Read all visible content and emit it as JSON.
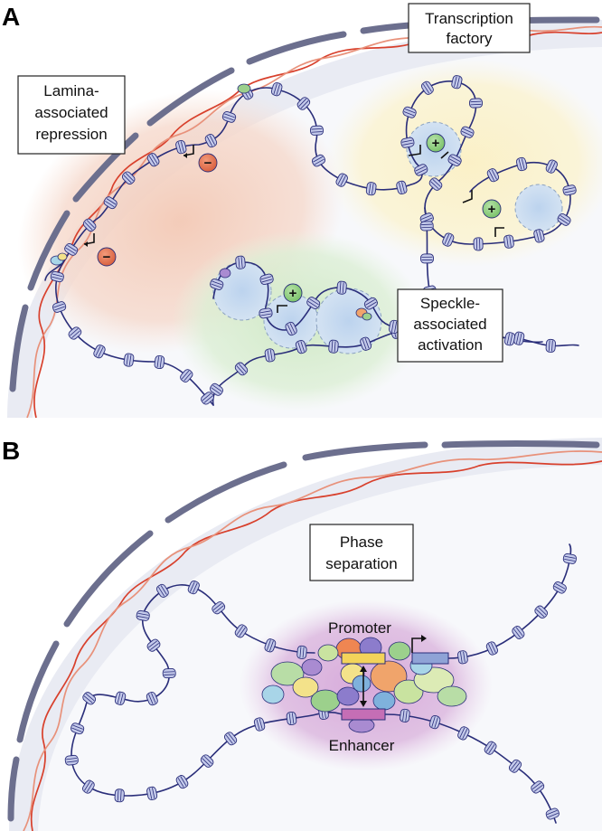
{
  "panel_a": {
    "letter": "A",
    "labels": {
      "transcription": [
        "Transcription",
        "factory"
      ],
      "lamina": [
        "Lamina-",
        "associated",
        "repression"
      ],
      "speckle": [
        "Speckle-",
        "associated",
        "activation"
      ]
    },
    "signs": {
      "repress": "−",
      "activate": "+"
    }
  },
  "panel_b": {
    "letter": "B",
    "labels": {
      "phase": [
        "Phase",
        "separation"
      ],
      "promoter": "Promoter",
      "enhancer": "Enhancer"
    }
  },
  "colors": {
    "dna": "#2a2e7a",
    "lamina": "#6c6f8e",
    "helix_dark": "#d8402c",
    "helix_light": "#e8917a",
    "repression_zone": "#f6d9cc",
    "factory_zone": "#fbf3cf",
    "speckle_zone": "#dcefd5",
    "speckle_body": "#c9dcf0",
    "condensate": "#dcb8df",
    "repress_sign": "#d9613f",
    "activate_sign": "#7cc36b"
  }
}
